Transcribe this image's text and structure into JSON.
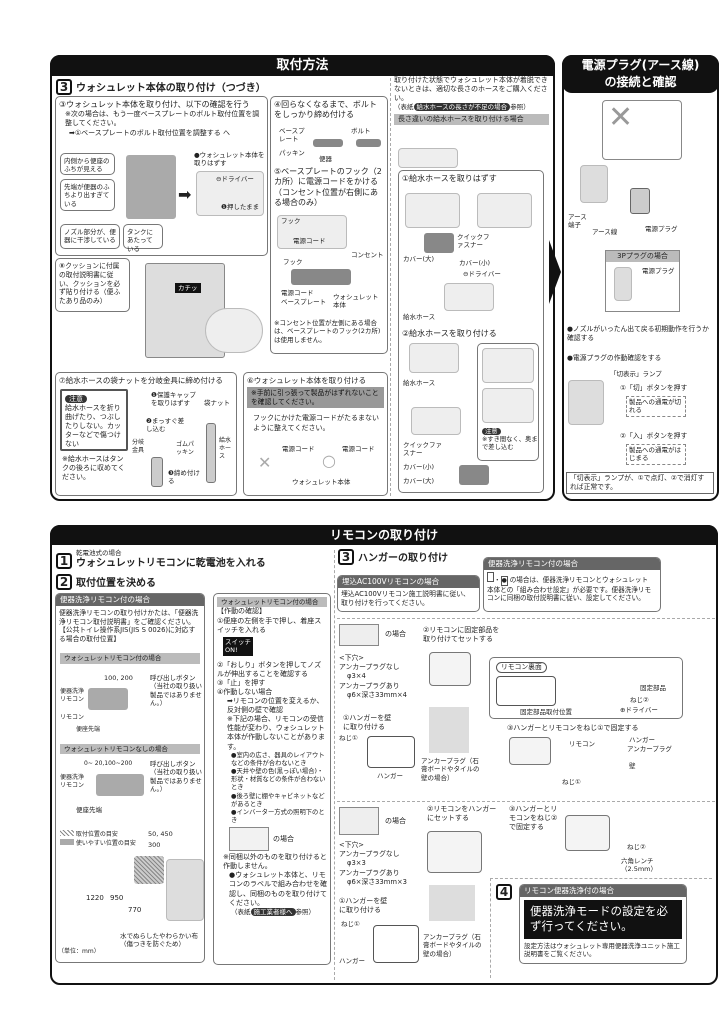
{
  "top": {
    "title": "取付方法",
    "step3": {
      "num": "3",
      "title": "ウォシュレット本体の取り付け（つづき）"
    },
    "box3": {
      "title": "③ウォシュレット本体を取り付け、以下の確認を行う",
      "note": "※次の場合は、もう一度ベースプレートのボルト取付位置を調整してください。",
      "link": "➡①ベースプレートのボルト取付位置を調整する へ",
      "callouts": [
        "内側から便座のふちが見える",
        "先端が便器のふちより出すぎている",
        "ノズル部分が、便器に干渉している",
        "タンクにあたっている"
      ],
      "remove": "●ウォシュレット本体を取りはずす",
      "driver": "⊖ドライバー",
      "press": "❶押したまま"
    },
    "box4": {
      "title": "④回らなくなるまで、ボルトをしっかり締め付ける",
      "labels": [
        "ベースプレート",
        "ボルト",
        "パッキン",
        "便器"
      ]
    },
    "box5": {
      "title": "⑤ベースプレートのフック（2カ所）に電源コードをかける（コンセント位置が右側にある場合のみ）",
      "labels": [
        "フック",
        "電源コード",
        "コンセント",
        "ベースプレート",
        "ウォシュレット本体"
      ],
      "note": "※コンセント位置が左側にある場合は、ベースプレートのフック(2カ所)は使用しません。"
    },
    "box8": {
      "title": "⑧クッションに付属の取付説明書に従い、クッションを必ず貼り付ける（便ふたあり品のみ）",
      "click": "カチッ"
    },
    "box7": {
      "title": "⑦給水ホースの袋ナットを分岐金具に締め付ける",
      "caution_label": "注意",
      "caution": "給水ホースを折り曲げたり、つぶしたりしない。カッターなどで傷つけない",
      "note": "※給水ホースはタンクの後ろに収めてください。",
      "labels": [
        "❶保護キャップを取りはずす",
        "❷まっすぐ差し込む",
        "❸締め付ける",
        "袋ナット",
        "分岐金具",
        "ゴムパッキン",
        "給水ホース"
      ]
    },
    "box6": {
      "title": "⑥ウォシュレット本体を取り付ける",
      "note": "※手前に引っ張って製品がはずれないことを確認してください。",
      "text": "フックにかけた電源コードがたるまないように整えてください。",
      "labels": [
        "電源コード",
        "電源コード",
        "ウォシュレット本体"
      ]
    },
    "hose": {
      "intro": "取り付けた状態でウォシュレット本体が着脱できないときは、適切な長さのホースをご購入ください。",
      "ref_pre": "（表紙",
      "ref_tag": "給水ホースの長さが不足の場合",
      "ref_post": "参照）",
      "bar": "長さ違いの給水ホースを取り付ける場合",
      "s1": "①給水ホースを取りはずす",
      "s2": "②給水ホースを取り付ける",
      "labels": [
        "クイックファスナー",
        "カバー(大)",
        "カバー(小)",
        "⊖ドライバー",
        "給水ホース",
        "給水ホース",
        "クイックファスナー",
        "カバー(小)",
        "カバー(大)"
      ],
      "caution_label": "注意",
      "caution": "※すき間なく、奥まで差し込む"
    }
  },
  "power": {
    "title1": "電源プラグ(アース線)",
    "title2": "の接続と確認",
    "labels": [
      "アース端子",
      "アース線",
      "電源プラグ"
    ],
    "p3_title": "3Pプラグの場合",
    "p3_label": "電源プラグ",
    "bullet1": "●ノズルがいったん出て戻る初期動作を行うか確認する",
    "bullet2": "●電源プラグの作動確認をする",
    "lamp": "「切表示」ランプ",
    "off_btn": "①「切」ボタンを押す",
    "off_res": "製品への通電が切れる",
    "on_btn": "②「入」ボタンを押す",
    "on_res": "製品への通電がはじまる",
    "footer": "「切表示」ランプが、①で点灯、②で消灯すれば正常です。"
  },
  "bottom": {
    "title": "リモコンの取り付け",
    "s1": {
      "num": "1",
      "sub": "乾電池式の場合",
      "title": "ウォシュレットリモコンに乾電池を入れる"
    },
    "s2": {
      "num": "2",
      "title": "取付位置を決める"
    },
    "flush": {
      "bar": "便器洗浄リモコン付の場合",
      "text": "便器洗浄リモコンの取り付けかたは、「便器洗浄リモコン取付説明書」をご確認ください。【公共トイレ操作系JIS(JIS S 0026)に対応する場合の取付位置】",
      "sub1": "ウォシュレットリモコン付の場合",
      "sub2": "ウォシュレットリモコンなしの場合",
      "dims1": "100, 200",
      "dims2": "0~ 20,100~200",
      "call": "呼び出しボタン（当社の取り扱い製品ではありません。）",
      "labels": [
        "便器洗浄リモコン",
        "リモコン",
        "便座先端"
      ],
      "legend1": "取付位置の目安",
      "legend2": "使いやすい位置の目安",
      "h": [
        "1220",
        "950",
        "770"
      ],
      "w": [
        "50, 450",
        "300"
      ],
      "unit": "（単位：mm）",
      "cloth": "水でぬらしたやわらかい布（傷つきを防ぐため）"
    },
    "washlet": {
      "bar": "ウォシュレットリモコン付の場合",
      "head": "【作動の確認】",
      "steps": [
        "①便座の左側を手で押し、着座スイッチを入れる",
        "②「おしり」ボタンを押してノズルが伸出することを確認する",
        "③「止」を押す",
        "④作動しない場合"
      ],
      "switch": "スイッチON!",
      "arrow": "➡リモコンの位置を変えるか、反対側の壁で確認",
      "note": "※下記の場合、リモコンの受信性能が変わり、ウォシュレット本体が作動しないことがあります。",
      "bullets": [
        "●室内の広さ、器具のレイアウトなどの条件が合わないとき",
        "●天井や壁の色(黒っぽい場合)・形状・材質などの条件が合わないとき",
        "●後ろ壁に棚やキャビネットなどがあるとき",
        "●インバーター方式の照明下のとき"
      ],
      "case": "の場合",
      "note2": "※同梱以外のものを取り付けると作動しません。",
      "bullet5": "●ウォシュレット本体と、リモコンのラベルで組み合わせを確認し、同梱のものを取り付けてください。",
      "ref_pre": "（表紙",
      "ref_tag": "施工業者様へ",
      "ref_post": "参照）"
    },
    "s3": {
      "num": "3",
      "title": "ハンガーの取り付け"
    },
    "ac": {
      "bar": "埋込AC100Vリモコンの場合",
      "text": "埋込AC100Vリモコン施工説明書に従い、取り付けを行ってください。"
    },
    "flush2": {
      "bar": "便器洗浄リモコン付の場合",
      "text1": "の場合は、便器洗浄リモコンとウォシュレット",
      "text2": "本体との「組み合わせ設定」が必要です。便器洗浄リモコンに同梱の取付説明書に従い、設定してください。"
    },
    "a": {
      "case": "の場合",
      "hole": "<下穴>",
      "noplug": "アンカープラグなし",
      "noplug_v": "φ3×4",
      "plug": "アンカープラグあり",
      "plug_v": "φ6×深さ33mm×4",
      "st1": "①ハンガーを壁に取り付ける",
      "st2": "②リモコンに固定部品を取り付けてセットする",
      "back": "リモコン裏面",
      "pos": "固定部品取付位置",
      "st3": "③ハンガーとリモコンをねじ①で固定する",
      "labels": [
        "ねじ①",
        "ハンガー",
        "アンカープラグ（石膏ボードやタイルの壁の場合）",
        "固定部品",
        "ねじ②",
        "⊕ドライバー",
        "リモコン",
        "ハンガー",
        "アンカープラグ",
        "壁",
        "ねじ①"
      ]
    },
    "b": {
      "case": "の場合",
      "hole": "<下穴>",
      "noplug": "アンカープラグなし",
      "noplug_v": "φ3×3",
      "plug": "アンカープラグあり",
      "plug_v": "φ6×深さ33mm×3",
      "st1": "①ハンガーを壁に取り付ける",
      "st2": "②リモコンをハンガーにセットする",
      "st3": "③ハンガーとリモコンをねじ②で固定する",
      "labels": [
        "ねじ①",
        "ハンガー",
        "アンカープラグ（石膏ボードやタイルの壁の場合）",
        "ねじ②",
        "六角レンチ（2.5mm）"
      ]
    },
    "s4": {
      "num": "4",
      "bar": "リモコン便器洗浄付の場合",
      "big": "便器洗浄モードの設定を必ず行ってください。",
      "small": "設定方法はウォシュレット専用便器洗浄ユニット施工説明書をご覧ください。"
    }
  }
}
